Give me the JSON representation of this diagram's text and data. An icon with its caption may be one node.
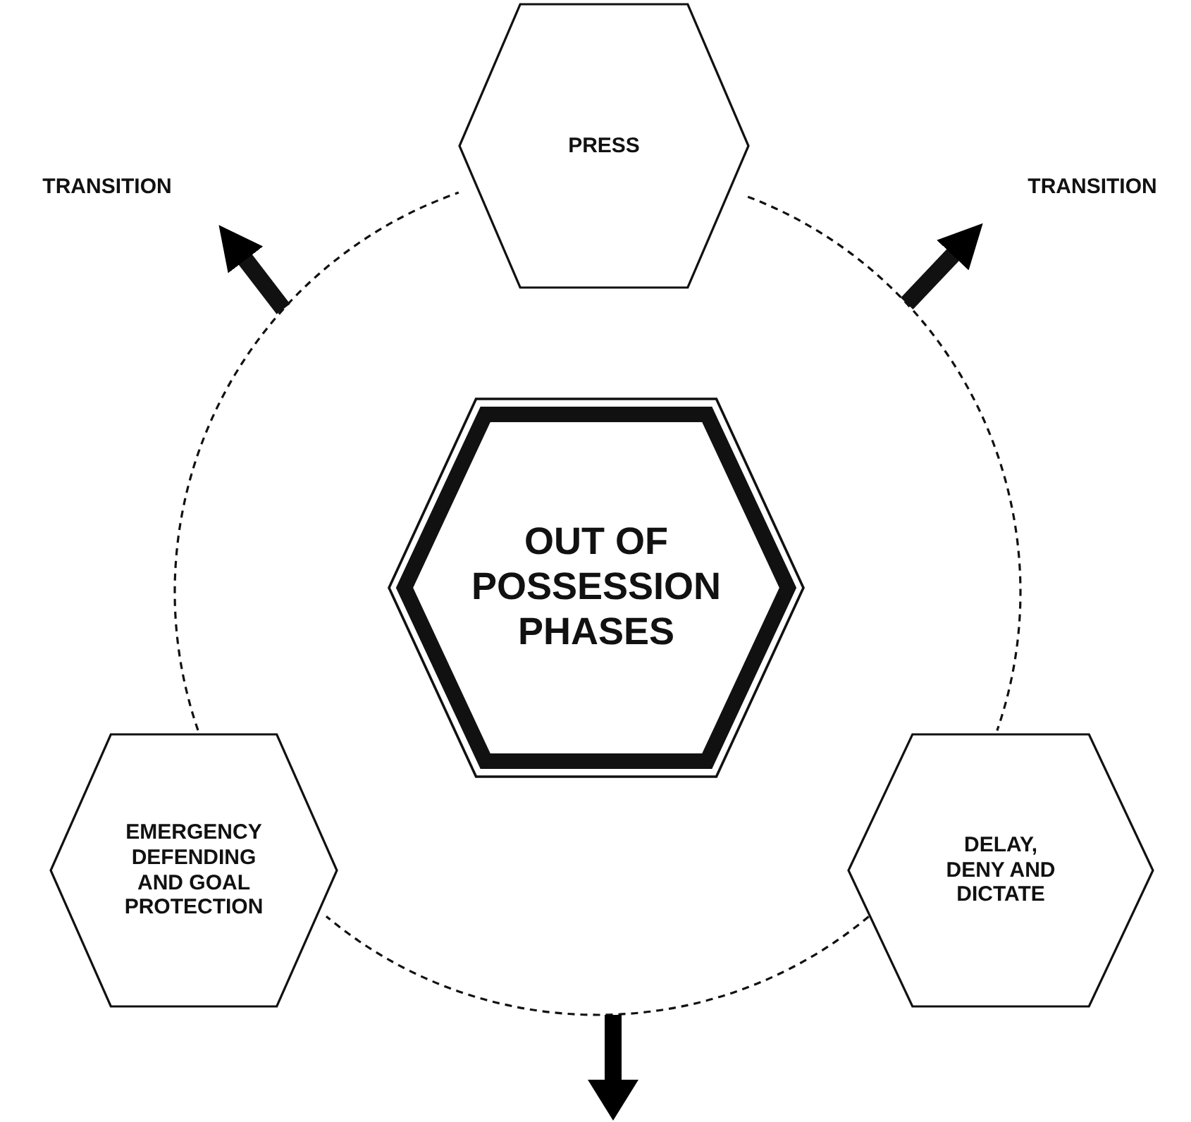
{
  "diagram": {
    "nodes": [
      {
        "text": [
          "PRESS"
        ]
      },
      {
        "text": [
          "OUT OF POSSESSION PHASES"
        ]
      },
      {
        "text": [
          "EMERGENCY DEFENDING AND GOAL PROTECTION"
        ]
      },
      {
        "text": [
          "DELAY, DENY AND DICTATE"
        ]
      },
      {
        "text": [
          "TRANSITION"
        ]
      },
      {
        "text": [
          "TRANSITION"
        ]
      }
    ],
    "edges": [
      {
        "from": 0,
        "to": 3,
        "arrow": "none",
        "style": "dashed"
      },
      {
        "from": 3,
        "to": 2,
        "arrow": "none",
        "style": "dashed"
      },
      {
        "from": 2,
        "to": 0,
        "arrow": "none",
        "style": "dashed"
      },
      {
        "from": null,
        "to": 4,
        "arrow": "to",
        "style": "thick"
      },
      {
        "from": null,
        "to": 5,
        "arrow": "to",
        "style": "thick"
      }
    ]
  }
}
